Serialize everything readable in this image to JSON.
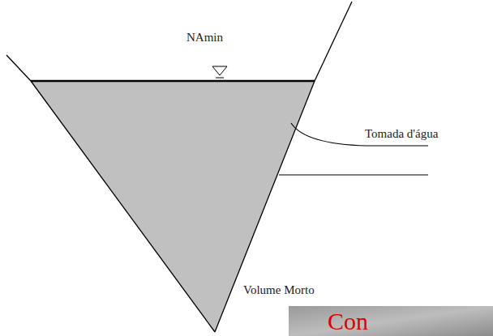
{
  "diagram": {
    "labels": [
      "NAmin",
      "Tomada d'água",
      "Volume Morto",
      "Con"
    ]
  }
}
